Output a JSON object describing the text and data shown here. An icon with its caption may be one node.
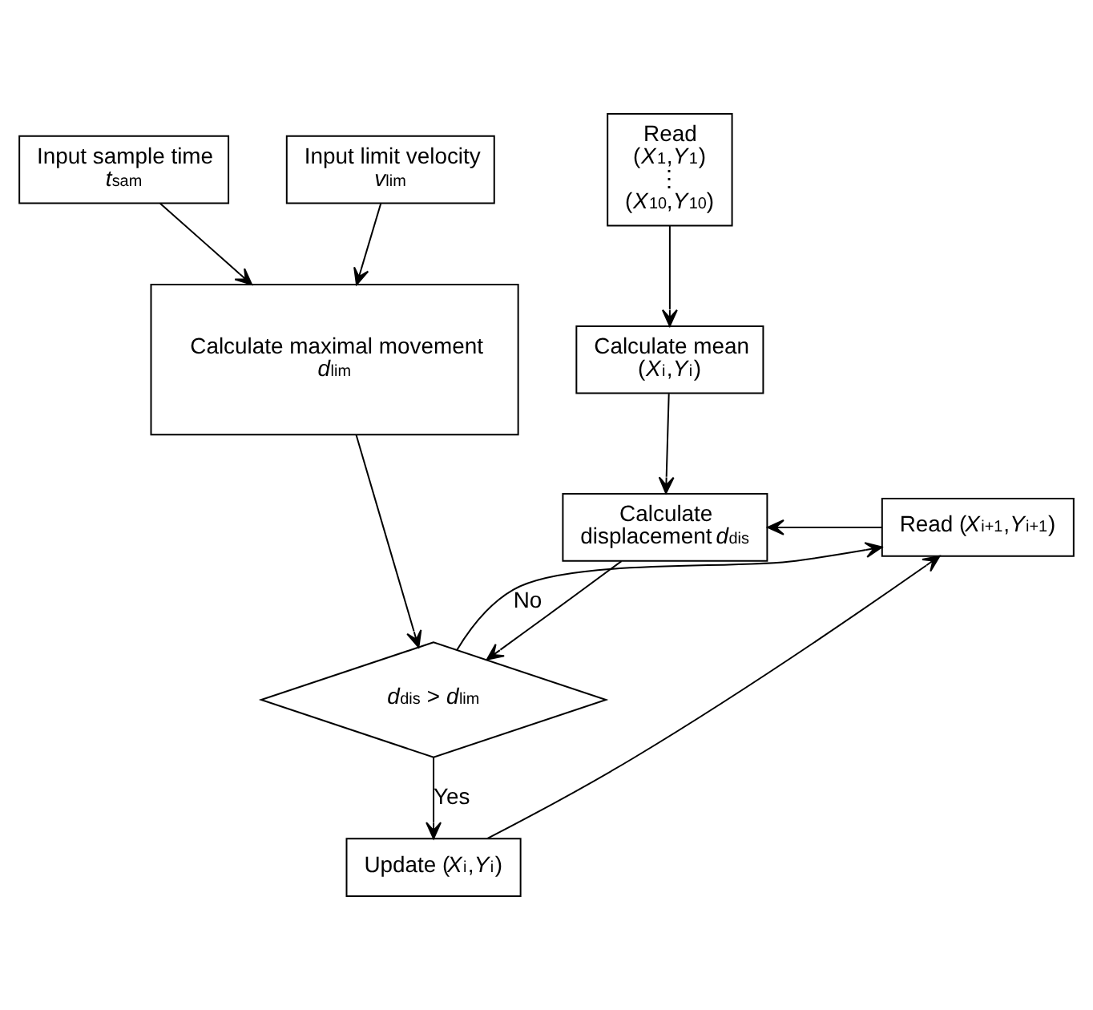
{
  "diagram": {
    "nodes": [
      {
        "text": [
          "Input sample time *t*$_{sam}$"
        ]
      },
      {
        "text": [
          "Input limit velocity *v*$_{lim}$"
        ]
      },
      {
        "text": [
          "Read (*X*$_{1}$,*Y*$_{1}$) ⋮ (*X*$_{10}$,*Y*$_{10}$)"
        ]
      },
      {
        "text": [
          "Calculate maximal movement *d*$_{lim}$"
        ]
      },
      {
        "text": [
          "Calculate mean (*X*$_{i}$,*Y*$_{i}$)"
        ]
      },
      {
        "text": [
          "Calculate displacement *d*$_{dis}$"
        ]
      },
      {
        "text": [
          "Read (*X*$_{i+1}$,*Y*$_{i+1}$)"
        ]
      },
      {
        "text": [
          "*d*$_{dis}$ > *d*$_{lim}$"
        ]
      },
      {
        "text": [
          "Update (*X*$_{i}$,*Y*$_{i}$)"
        ]
      }
    ],
    "edges": [
      {
        "from": 0,
        "to": 3,
        "arrow": "to"
      },
      {
        "from": 1,
        "to": 3,
        "arrow": "to"
      },
      {
        "from": 2,
        "to": 4,
        "arrow": "to"
      },
      {
        "from": 4,
        "to": 5,
        "arrow": "to"
      },
      {
        "from": 6,
        "to": 5,
        "arrow": "to"
      },
      {
        "from": 5,
        "to": 7,
        "arrow": "to"
      },
      {
        "from": 3,
        "to": 7,
        "arrow": "to"
      },
      {
        "from": 7,
        "to": 6,
        "arrow": "to",
        "label": "No"
      },
      {
        "from": 7,
        "to": 8,
        "arrow": "to",
        "label": "Yes"
      },
      {
        "from": 8,
        "to": 6,
        "arrow": "to"
      }
    ]
  }
}
